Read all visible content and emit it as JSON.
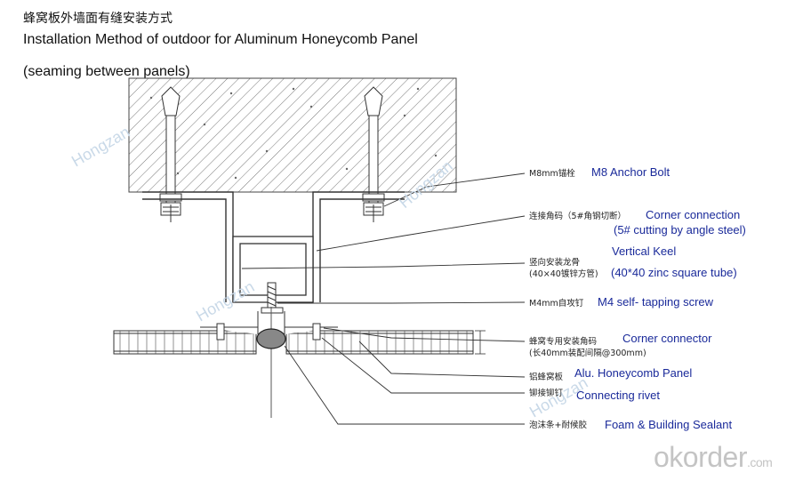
{
  "title_cn": "蜂窝板外墙面有缝安装方式",
  "title_en": "Installation Method of outdoor for Aluminum Honeycomb Panel",
  "subtitle": "(seaming between panels)",
  "labels": [
    {
      "cn": "M8mm锚栓",
      "en": "M8 Anchor Bolt"
    },
    {
      "cn": "连接角码（5#角钢切断）",
      "en": "Corner connection",
      "en2": "(5# cutting by angle steel)"
    },
    {
      "cn": "竖向安装龙骨",
      "cn2": "(40×40镀锌方管)",
      "en": "Vertical Keel",
      "en2": "(40*40 zinc square tube)"
    },
    {
      "cn": "M4mm自攻钉",
      "en": "M4 self- tapping screw"
    },
    {
      "cn": "蜂窝专用安装角码",
      "cn2": "(长40mm装配间隔@300mm)",
      "en": "Corner connector"
    },
    {
      "cn": "铝蜂窝板",
      "en": "Alu. Honeycomb Panel"
    },
    {
      "cn": "铆接铆钉",
      "en": "Connecting rivet"
    },
    {
      "cn": "泡沫条+耐候胶",
      "en": "Foam & Building Sealant"
    }
  ],
  "watermark": "Hongzan",
  "brand": {
    "main": "okorder",
    "suffix": ".com"
  },
  "colors": {
    "label_en": "#1a2a9a",
    "line": "#333333",
    "watermark": "#c9d9e8"
  }
}
